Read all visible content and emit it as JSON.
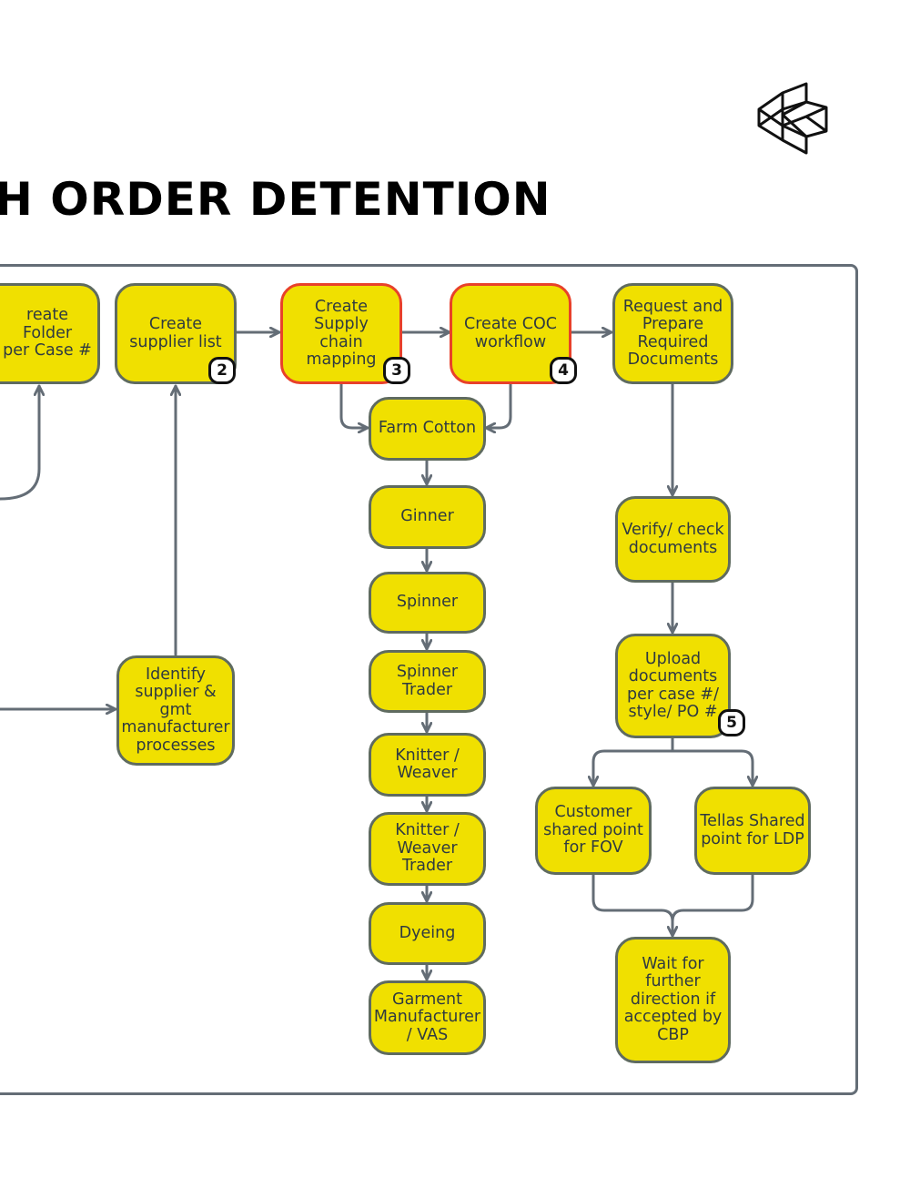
{
  "title": "H ORDER DETENTION",
  "nodes": {
    "create_folder": "reate Folder\nper Case #",
    "create_supplier_list": "Create\nsupplier list",
    "create_supply_chain_mapping": "Create Supply\nchain mapping",
    "create_coc_workflow": "Create COC\nworkflow",
    "request_documents": "Request and\nPrepare\nRequired\nDocuments",
    "farm_cotton": "Farm Cotton",
    "ginner": "Ginner",
    "spinner": "Spinner",
    "spinner_trader": "Spinner\nTrader",
    "knitter_weaver": "Knitter /\nWeaver",
    "knitter_weaver_trader": "Knitter /\nWeaver\nTrader",
    "dyeing": "Dyeing",
    "garment_manufacturer": "Garment\nManufacturer\n/ VAS",
    "verify_documents": "Verify/ check\ndocuments",
    "upload_documents": "Upload\ndocuments\nper case #/\nstyle/ PO #",
    "identify_supplier": "Identify\nsupplier &\ngmt\nmanufacturer\nprocesses",
    "customer_shared_point": "Customer\nshared point\nfor FOV",
    "tellas_shared_point": "Tellas Shared\npoint for LDP",
    "wait_for_direction": "Wait for\nfurther\ndirection if\naccepted by\nCBP"
  },
  "steps": {
    "two": "2",
    "three": "3",
    "four": "4",
    "five": "5"
  },
  "colors": {
    "node_fill": "#f0e000",
    "node_border": "#5f6b60",
    "highlight_border": "#e8412a",
    "connector": "#646d76",
    "frame": "#646d76"
  },
  "icons": {
    "logo": "geometric-fish-logo-icon"
  }
}
